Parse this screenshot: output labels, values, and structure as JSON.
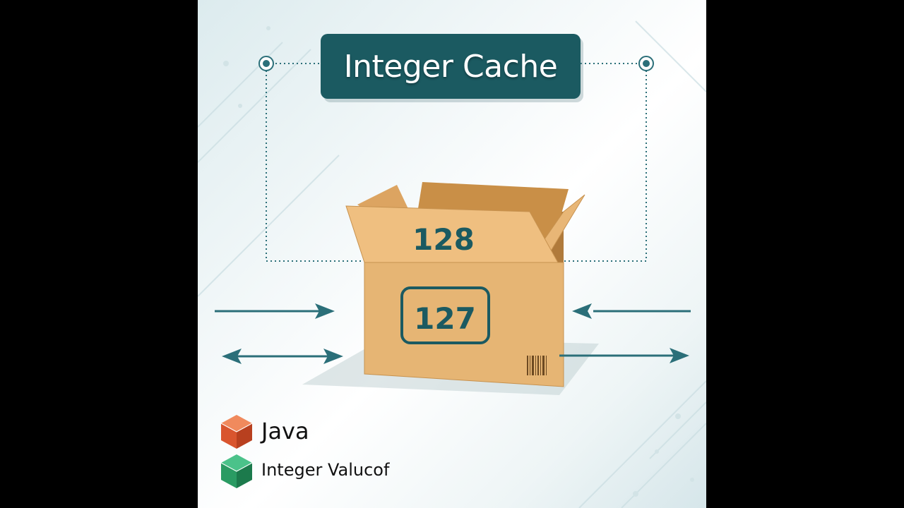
{
  "title": "Integer Cache",
  "box": {
    "flap_number": "128",
    "front_number": "127"
  },
  "legend": [
    {
      "label": "Java",
      "icon": "orange-cube-icon",
      "color": "#e0643c"
    },
    {
      "label": "Integer Valucof",
      "icon": "green-cube-icon",
      "color": "#2e9a6a"
    }
  ],
  "colors": {
    "accent": "#1b5a61",
    "box": "#e6b574",
    "arrow": "#2b6f79"
  }
}
